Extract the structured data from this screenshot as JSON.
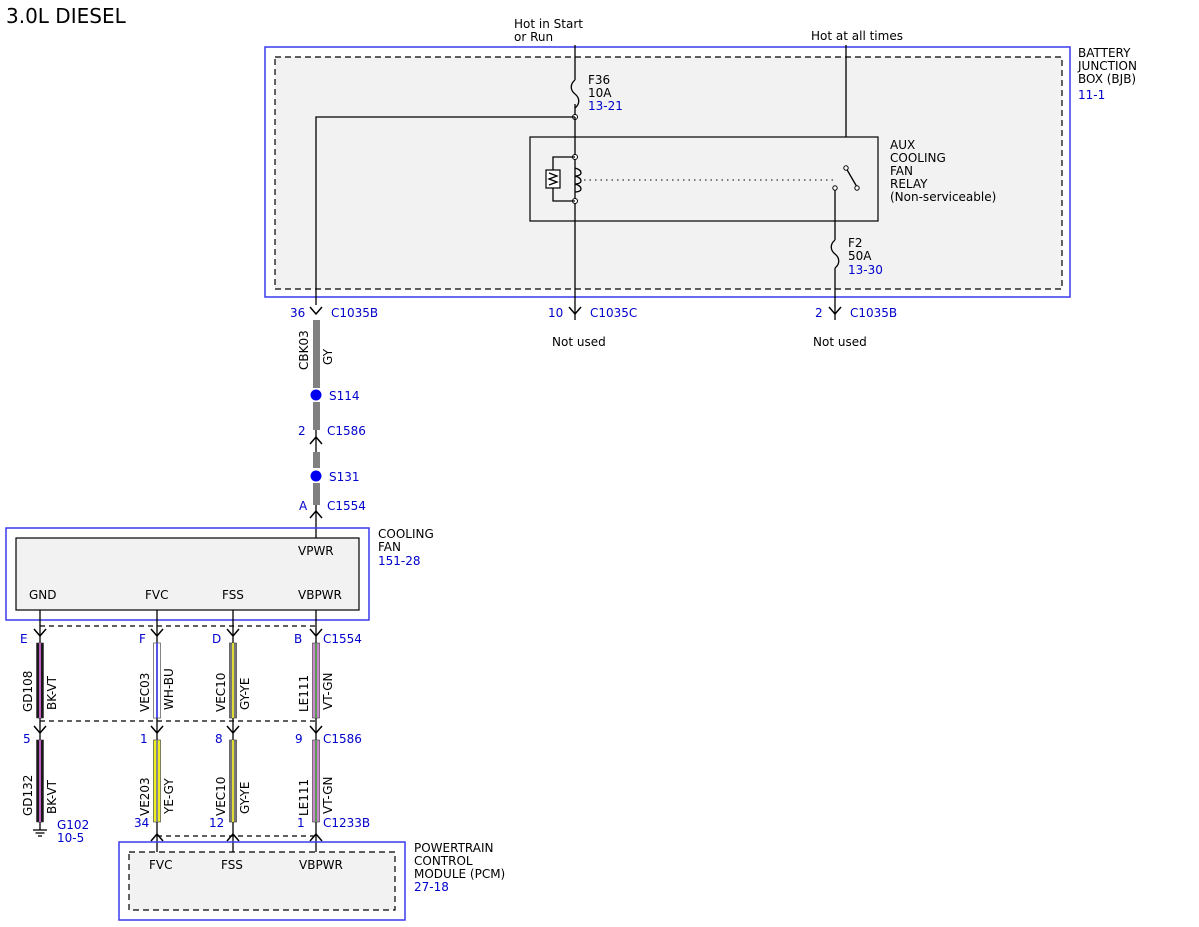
{
  "title": "3.0L DIESEL",
  "bjb": {
    "name_lines": [
      "BATTERY",
      "JUNCTION",
      "BOX (BJB)"
    ],
    "ref": "11-1",
    "hot_start_lines": [
      "Hot in Start",
      "or Run"
    ],
    "hot_all": "Hot at all times",
    "fuse1": {
      "name": "F36",
      "rating": "10A",
      "ref": "13-21"
    },
    "fuse2": {
      "name": "F2",
      "rating": "50A",
      "ref": "13-30"
    },
    "relay_lines": [
      "AUX",
      "COOLING",
      "FAN",
      "RELAY",
      "(Non-serviceable)"
    ],
    "pins": [
      {
        "pin": "36",
        "connector": "C1035B"
      },
      {
        "pin": "10",
        "connector": "C1035C",
        "note": "Not used"
      },
      {
        "pin": "2",
        "connector": "C1035B",
        "note": "Not used"
      }
    ]
  },
  "upper_circuit": {
    "circuit": "CBK03",
    "color": "GY"
  },
  "splices": [
    "S114",
    "S131"
  ],
  "inline_connectors": [
    {
      "pin": "2",
      "connector": "C1586"
    },
    {
      "pin": "A",
      "connector": "C1554"
    }
  ],
  "fan": {
    "name_lines": [
      "COOLING",
      "FAN"
    ],
    "ref": "151-28",
    "pins": [
      "VPWR",
      "GND",
      "FVC",
      "FSS",
      "VBPWR"
    ]
  },
  "connector_c1554": {
    "name": "C1554",
    "pins": [
      "E",
      "F",
      "D",
      "B"
    ],
    "circuits": [
      {
        "circuit": "GD108",
        "color": "BK-VT"
      },
      {
        "circuit": "VEC03",
        "color": "WH-BU"
      },
      {
        "circuit": "VEC10",
        "color": "GY-YE"
      },
      {
        "circuit": "LE111",
        "color": "VT-GN"
      }
    ]
  },
  "connector_c1586": {
    "name": "C1586",
    "pins": [
      "5",
      "1",
      "8",
      "9"
    ],
    "circuits": [
      {
        "circuit": "GD132",
        "color": "BK-VT"
      },
      {
        "circuit": "VE203",
        "color": "YE-GY"
      },
      {
        "circuit": "VEC10",
        "color": "GY-YE"
      },
      {
        "circuit": "LE111",
        "color": "VT-GN"
      }
    ]
  },
  "ground": {
    "name": "G102",
    "ref": "10-5"
  },
  "connector_c1233b": {
    "name": "C1233B",
    "pins": [
      "34",
      "12",
      "1"
    ]
  },
  "pcm": {
    "name_lines": [
      "POWERTRAIN",
      "CONTROL",
      "MODULE (PCM)"
    ],
    "ref": "27-18",
    "pins": [
      "FVC",
      "FSS",
      "VBPWR"
    ]
  },
  "wire_colors": {
    "GY": "#808080",
    "BK-VT": [
      "#1a1a1a",
      "#c060c0"
    ],
    "WH-BU": [
      "#ffffff",
      "#5555ee"
    ],
    "GY-YE": [
      "#777777",
      "#dddd33"
    ],
    "VT-GN": [
      "#cc88cc",
      "#559955"
    ],
    "YE-GY": [
      "#eeee22",
      "#888888"
    ]
  }
}
